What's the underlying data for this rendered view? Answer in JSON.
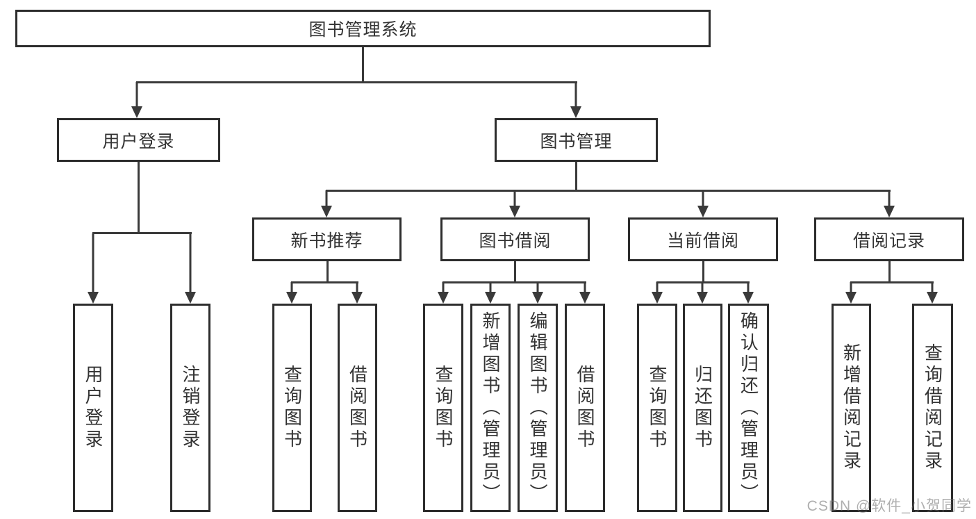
{
  "tree": {
    "label": "图书管理系统",
    "children": [
      {
        "label": "用户登录",
        "children": [
          {
            "label": "用户登录"
          },
          {
            "label": "注销登录"
          }
        ]
      },
      {
        "label": "图书管理",
        "children": [
          {
            "label": "新书推荐",
            "children": [
              {
                "label": "查询图书"
              },
              {
                "label": "借阅图书"
              }
            ]
          },
          {
            "label": "图书借阅",
            "children": [
              {
                "label": "查询图书"
              },
              {
                "label": "新增图书（管理员）"
              },
              {
                "label": "编辑图书（管理员）"
              },
              {
                "label": "借阅图书"
              }
            ]
          },
          {
            "label": "当前借阅",
            "children": [
              {
                "label": "查询图书"
              },
              {
                "label": "归还图书"
              },
              {
                "label": "确认归还（管理员）"
              }
            ]
          },
          {
            "label": "借阅记录",
            "children": [
              {
                "label": "新增借阅记录"
              },
              {
                "label": "查询借阅记录"
              }
            ]
          }
        ]
      }
    ]
  },
  "watermark": "CSDN @软件_小贺同学",
  "colors": {
    "line": "#3a3a3a",
    "box_border": "#2d2d2d",
    "text": "#333333",
    "background": "#ffffff",
    "watermark": "#9a9a9a"
  }
}
